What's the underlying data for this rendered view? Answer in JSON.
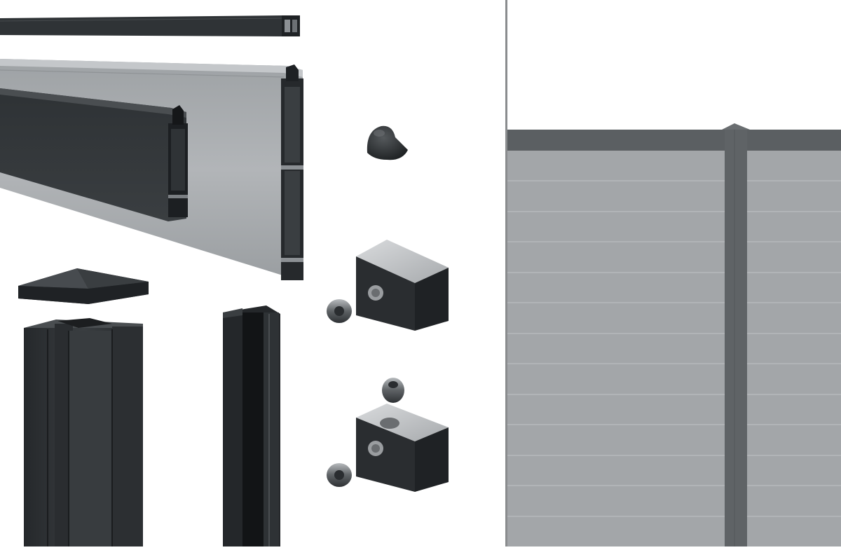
{
  "image": {
    "left_panel": "components",
    "right_panel": "assembled_fence"
  },
  "components": [
    {
      "name": "top-rail-profile",
      "color": "#2f3336"
    },
    {
      "name": "silver-fence-board-profile",
      "color": "#a5a9ac"
    },
    {
      "name": "anthracite-board-profile",
      "color": "#34383b"
    },
    {
      "name": "rubber-end-cap",
      "color": "#2b2e31"
    },
    {
      "name": "pyramid-post-cap",
      "color": "#2e3235"
    },
    {
      "name": "square-post",
      "color": "#2f3336"
    },
    {
      "name": "u-channel-profile",
      "color": "#26292b"
    },
    {
      "name": "mounting-block",
      "color": "#2a2d30"
    },
    {
      "name": "threaded-insert",
      "color": "#6f7377"
    }
  ],
  "fence": {
    "board_color": "#a3a6a9",
    "board_line_color": "#b6b9bc",
    "post_color": "#5f6366",
    "rail_color": "#5b5f62",
    "board_count": 13
  }
}
